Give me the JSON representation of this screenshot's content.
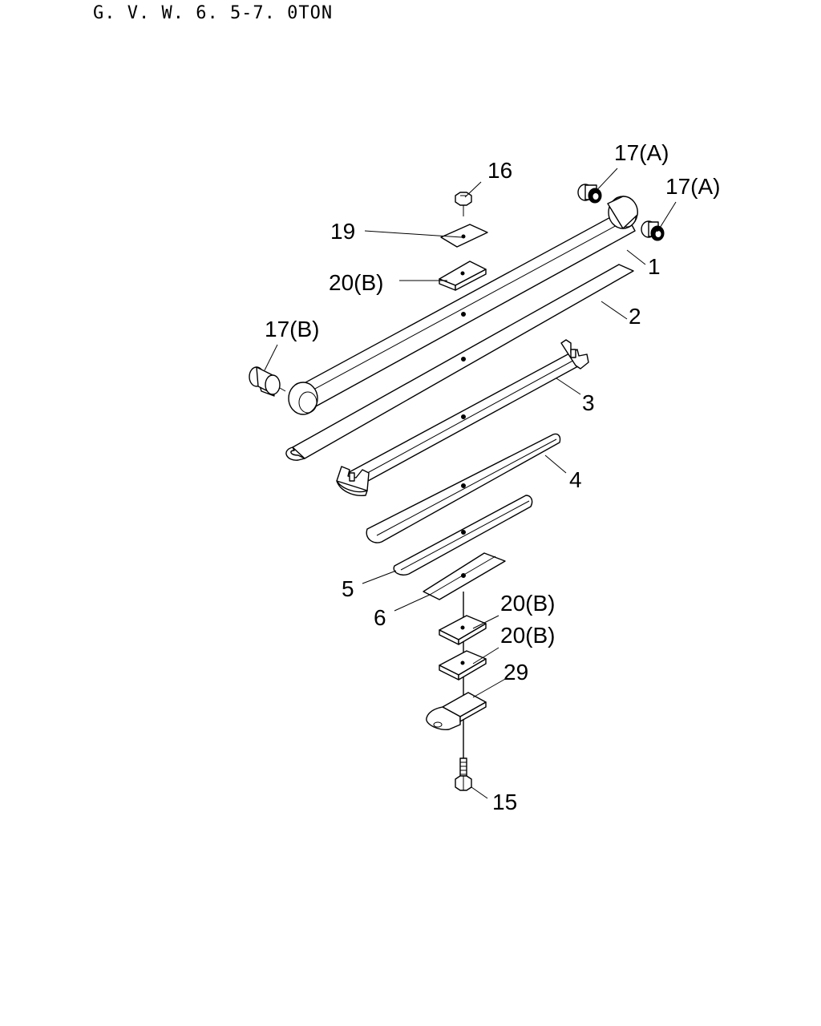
{
  "header": {
    "title": "G. V. W. 6. 5-7. 0TON"
  },
  "callouts": {
    "c17a_top": "17(A)",
    "c17a_right": "17(A)",
    "c16": "16",
    "c19": "19",
    "c20b_top": "20(B)",
    "c1": "1",
    "c2": "2",
    "c17b": "17(B)",
    "c3": "3",
    "c4": "4",
    "c5": "5",
    "c6": "6",
    "c20b_mid": "20(B)",
    "c20b_low": "20(B)",
    "c29": "29",
    "c15": "15"
  }
}
